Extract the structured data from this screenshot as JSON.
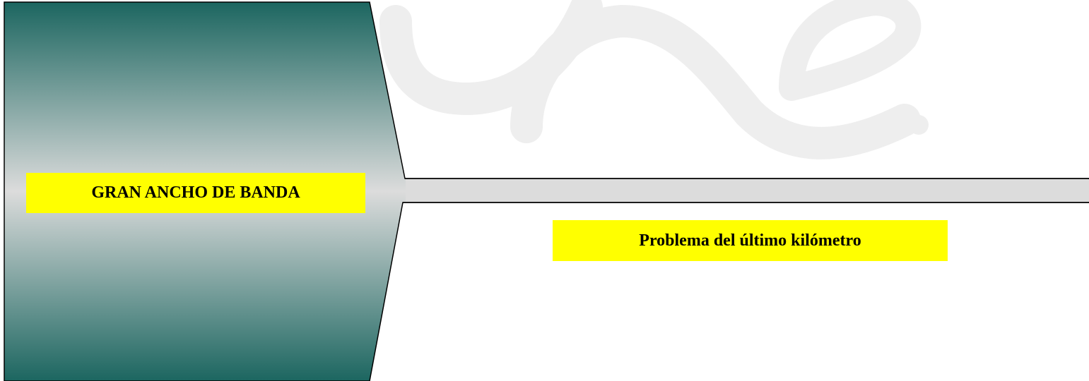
{
  "diagram": {
    "bandwidth_label": "GRAN ANCHO DE BANDA",
    "last_mile_label": "Problema del último kilómetro"
  },
  "colors": {
    "funnel_edge": "#1c6660",
    "funnel_center": "#dcdcdc",
    "pipe_fill": "#dcdcdc",
    "label_background": "#ffff00",
    "watermark": "#eeeeee"
  },
  "icons": {
    "watermark": "une-logo-watermark"
  }
}
